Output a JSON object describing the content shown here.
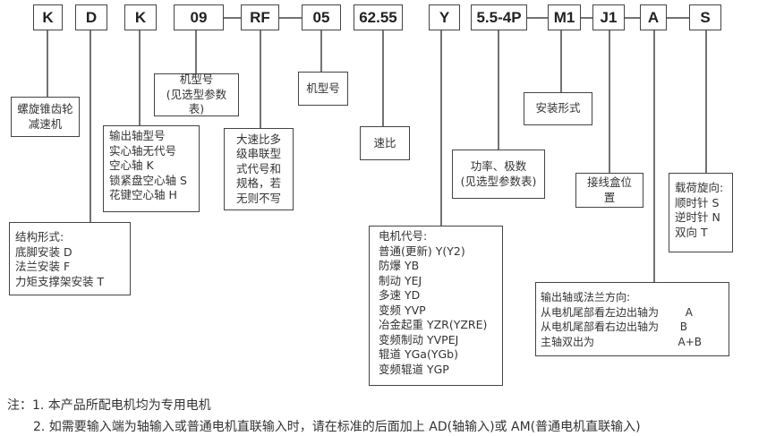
{
  "codes": [
    "K",
    "D",
    "K",
    "09",
    "RF",
    "05",
    "62.55",
    "Y",
    "5.5-4P",
    "M1",
    "J1",
    "A",
    "S"
  ],
  "boxes": {
    "reducer": [
      "螺旋锥齿轮",
      "减速机"
    ],
    "structure": [
      "结构形式:",
      "底脚安装  D",
      "法兰安装  F",
      "力矩支撑架安装  T"
    ],
    "output_shaft": [
      "输出轴型号",
      "实心轴无代号",
      "空心轴 K",
      "锁紧盘空心轴 S",
      "花键空心轴 H"
    ],
    "model_09": [
      "机型号",
      "(见选型参数表)"
    ],
    "multi_stage": [
      "大速比多",
      "级串联型",
      "式代号和",
      "规格，若",
      "无则不写"
    ],
    "model_05": [
      "机型号"
    ],
    "ratio": [
      "速比"
    ],
    "motor": [
      "电机代号:",
      "普通(更新) Y(Y2)",
      "防爆 YB",
      "制动 YEJ",
      "多速 YD",
      "变频 YVP",
      "冶金起重 YZR(YZRE)",
      "变频制动 YVPEJ",
      "辊道 YGa(YGb)",
      "变频辊道 YGP"
    ],
    "power": [
      "功率、极数",
      "(见选型参数表)"
    ],
    "mounting": [
      "安装形式"
    ],
    "terminal_box": [
      "接线盒位置"
    ],
    "rotation": [
      "载荷旋向:",
      "顺时针 S",
      "逆时针 N",
      "双向 T"
    ],
    "direction": {
      "title": "输出轴或法兰方向:",
      "rows": [
        {
          "label": "从电机尾部看左边出轴为",
          "code": "A"
        },
        {
          "label": "从电机尾部看右边出轴为",
          "code": "B"
        },
        {
          "label": "主轴双出为",
          "code": "A+B"
        }
      ]
    }
  },
  "notes": {
    "prefix": "注：",
    "items": [
      "1. 本产品所配电机均为专用电机",
      "2. 如需要输入端为轴输入或普通电机直联输入时，请在标准的后面加上 AD(轴输入)或 AM(普通电机直联输入)"
    ]
  }
}
